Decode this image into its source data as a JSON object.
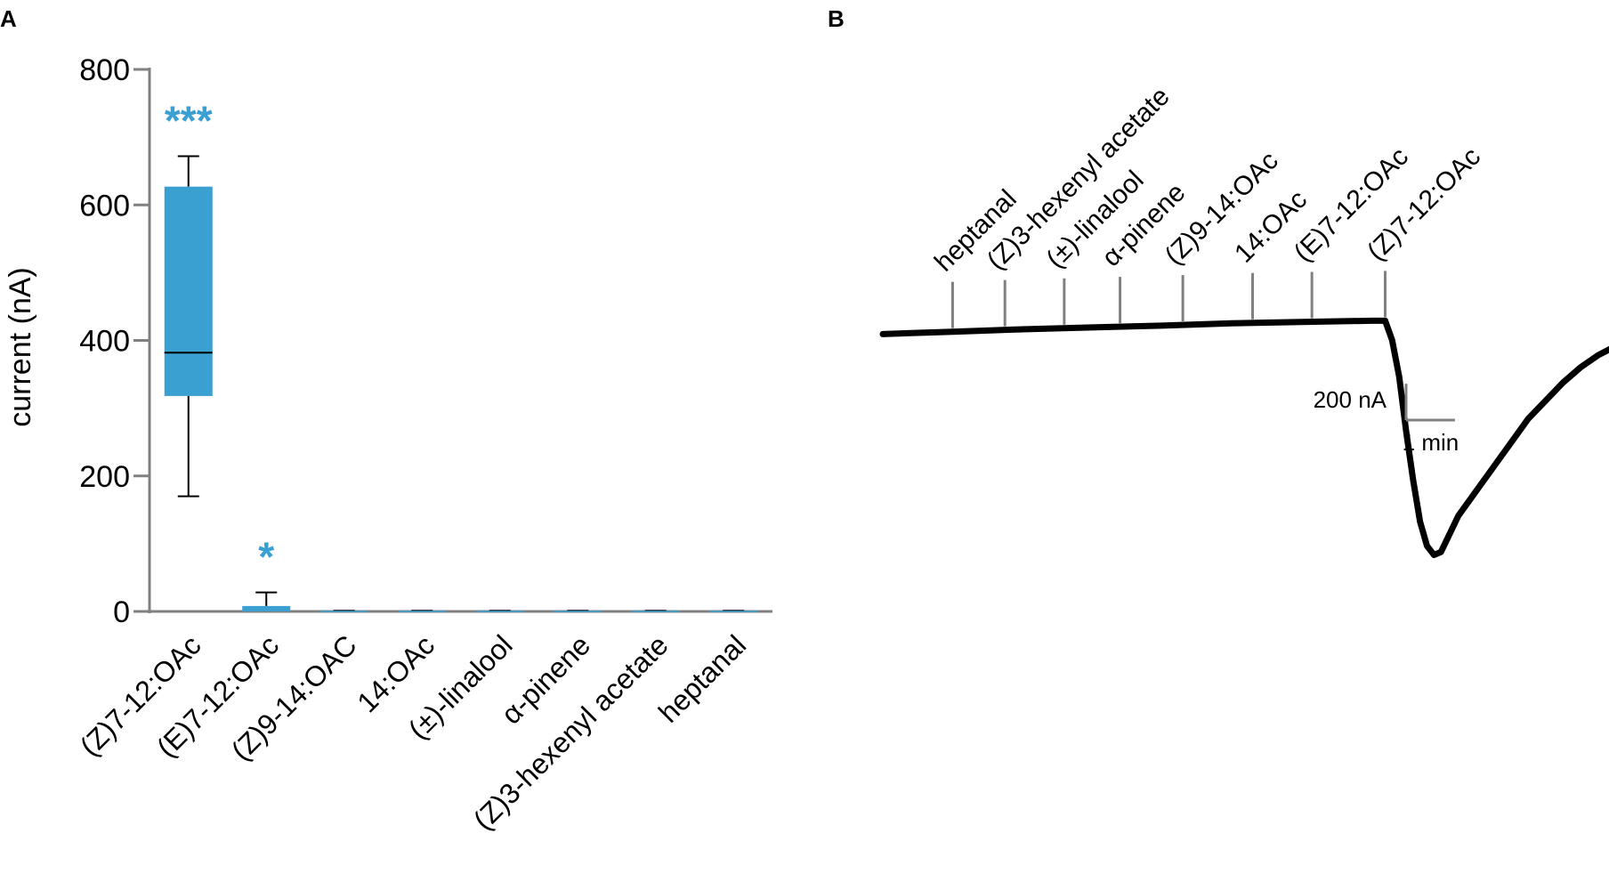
{
  "panels": {
    "a_label": "A",
    "b_label": "B"
  },
  "chart_data": [
    {
      "type": "box",
      "ylabel": "current (nA)",
      "ylim": [
        0,
        800
      ],
      "yticks": [
        0,
        200,
        400,
        600,
        800
      ],
      "categories": [
        "(Z)7-12:OAc",
        "(E)7-12:OAc",
        "(Z)9-14:OAC",
        "14:OAc",
        "(±)-linalool",
        "α-pinene",
        "(Z)3-hexenyl acetate",
        "heptanal"
      ],
      "boxes": [
        {
          "min": 170,
          "q1": 318,
          "median": 382,
          "q3": 627,
          "max": 672,
          "annotation": "***"
        },
        {
          "min": 0,
          "q1": 0,
          "median": 2,
          "q3": 8,
          "max": 28,
          "annotation": "*"
        },
        {
          "min": 0,
          "q1": 0,
          "median": 0,
          "q3": 1,
          "max": 1,
          "annotation": ""
        },
        {
          "min": 0,
          "q1": 0,
          "median": 0,
          "q3": 1,
          "max": 1,
          "annotation": ""
        },
        {
          "min": 0,
          "q1": 0,
          "median": 0,
          "q3": 1,
          "max": 1,
          "annotation": ""
        },
        {
          "min": 0,
          "q1": 0,
          "median": 0,
          "q3": 1,
          "max": 1,
          "annotation": ""
        },
        {
          "min": 0,
          "q1": 0,
          "median": 0,
          "q3": 1,
          "max": 1,
          "annotation": ""
        },
        {
          "min": 0,
          "q1": 0,
          "median": 0,
          "q3": 1,
          "max": 1,
          "annotation": ""
        }
      ],
      "colors": {
        "box": "#3a9fd1",
        "axis": "#808080",
        "annotation": "#3a9fd1"
      }
    },
    {
      "type": "line",
      "stimuli": [
        "heptanal",
        "(Z)3-hexenyl acetate",
        "(±)-linalool",
        "α-pinene",
        "(Z)9-14:OAc",
        "14:OAc",
        "(E)7-12:OAc",
        "(Z)7-12:OAc"
      ],
      "stimulus_times_min": [
        2.0,
        3.5,
        5.2,
        6.8,
        8.6,
        10.6,
        12.3,
        14.4
      ],
      "trace": {
        "x_min": [
          0,
          1,
          2,
          4,
          6,
          8,
          10,
          12,
          14,
          14.4,
          14.6,
          14.8,
          15.0,
          15.2,
          15.4,
          15.6,
          15.8,
          16.0,
          16.5,
          17.0,
          17.5,
          18.0,
          18.5,
          19.0,
          19.5,
          20.0,
          20.5,
          21.0
        ],
        "current_na": [
          -30,
          -28,
          -26,
          -22,
          -19,
          -16,
          -12,
          -10,
          -8,
          -8,
          -40,
          -100,
          -190,
          -270,
          -340,
          -380,
          -395,
          -390,
          -330,
          -290,
          -250,
          -210,
          -170,
          -140,
          -110,
          -85,
          -65,
          -50
        ]
      },
      "scalebar": {
        "current_label": "200 nA",
        "time_label": "1 min",
        "current_na": 200,
        "time_min": 1
      },
      "colors": {
        "trace": "#000000",
        "marker": "#808080",
        "scalebar": "#808080"
      }
    }
  ]
}
